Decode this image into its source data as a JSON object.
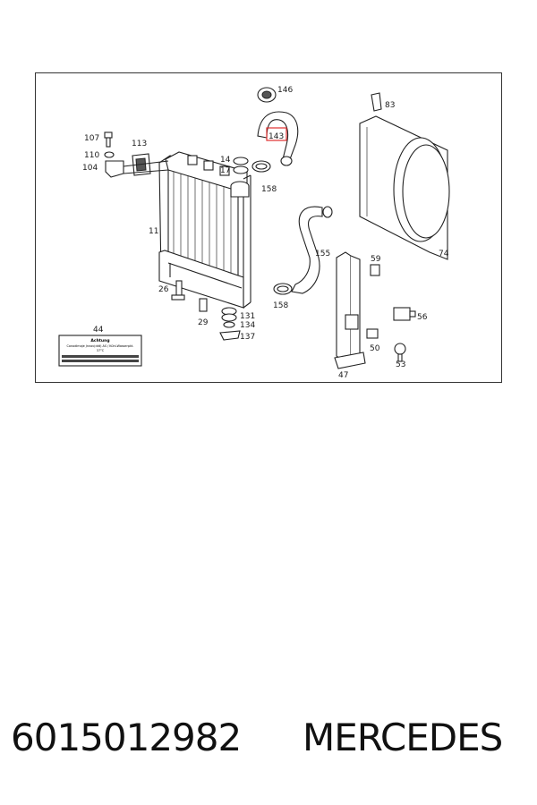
{
  "labels": {
    "p146": "146",
    "p83": "83",
    "p107": "107",
    "p113": "113",
    "p143": "143",
    "p14": "14",
    "p17": "17",
    "p110": "110",
    "p104": "104",
    "p158a": "158",
    "p11": "11",
    "p74": "74",
    "p155": "155",
    "p59": "59",
    "p26": "26",
    "p158b": "158",
    "p56": "56",
    "p131": "131",
    "p134": "134",
    "p29": "29",
    "p137": "137",
    "p44": "44",
    "p50": "50",
    "p53": "53",
    "p47": "47"
  },
  "label_card": {
    "title": "Achtung",
    "line1": "Conodimaje Jnnov(ddt) AS / Kühl-Wasserpkt.",
    "line2": "37°C"
  },
  "highlight_color": "#e03030",
  "footer": {
    "part_number": "6015012982",
    "brand": "MERCEDES"
  }
}
